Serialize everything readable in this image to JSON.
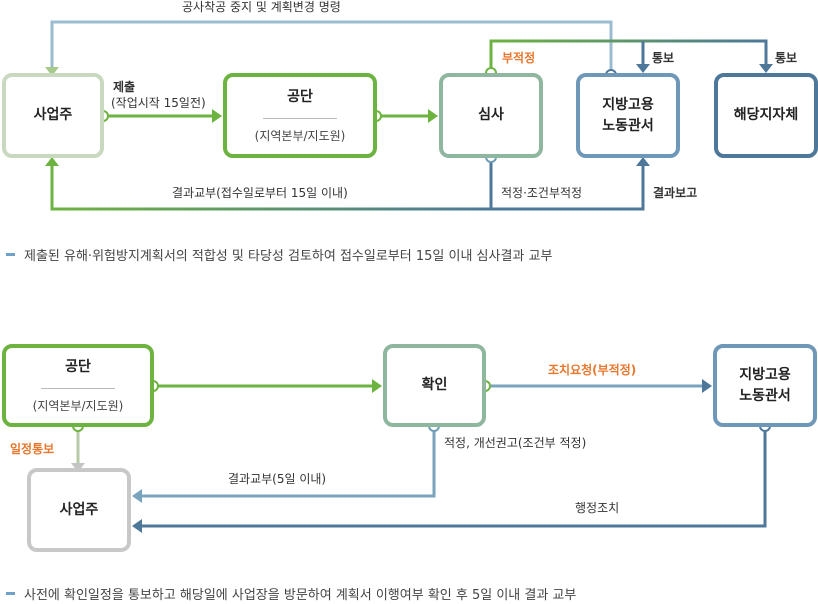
{
  "colors": {
    "green": "#6db33f",
    "blue": "#4d7899",
    "gray": "#c8c8c8",
    "orange": "#e8772e",
    "note_bar": "#6fa1c8"
  },
  "diagram1": {
    "boxes": {
      "employer": "사업주",
      "agency_title": "공단",
      "agency_sub": "(지역본부/지도원)",
      "review": "심사",
      "labor_office": "지방고용\n노동관서",
      "local_gov": "해당지자체"
    },
    "labels": {
      "top_order": "공사착공 중지 및 계획변경 명령",
      "submit": "제출",
      "submit_sub": "(작업시작 15일전)",
      "unfit": "부적정",
      "notify1": "통보",
      "notify2": "통보",
      "result_delivery": "결과교부(접수일로부터 15일 이내)",
      "fit": "적정·조건부적정",
      "result_report": "결과보고"
    },
    "note": "제출된 유해·위험방지계획서의 적합성 및 타당성 검토하여 접수일로부터 15일 이내 심사결과 교부"
  },
  "diagram2": {
    "boxes": {
      "agency_title": "공단",
      "agency_sub": "(지역본부/지도원)",
      "confirm": "확인",
      "labor_office": "지방고용\n노동관서",
      "employer": "사업주"
    },
    "labels": {
      "schedule_notice": "일정통보",
      "action_request": "조치요청(부적정)",
      "fit_improve": "적정, 개선권고(조건부 적정)",
      "result_delivery": "결과교부(5일 이내)",
      "admin_action": "행정조치"
    },
    "note": "사전에 확인일정을 통보하고 해당일에 사업장을 방문하여 계획서 이행여부 확인 후 5일 이내 결과 교부"
  }
}
